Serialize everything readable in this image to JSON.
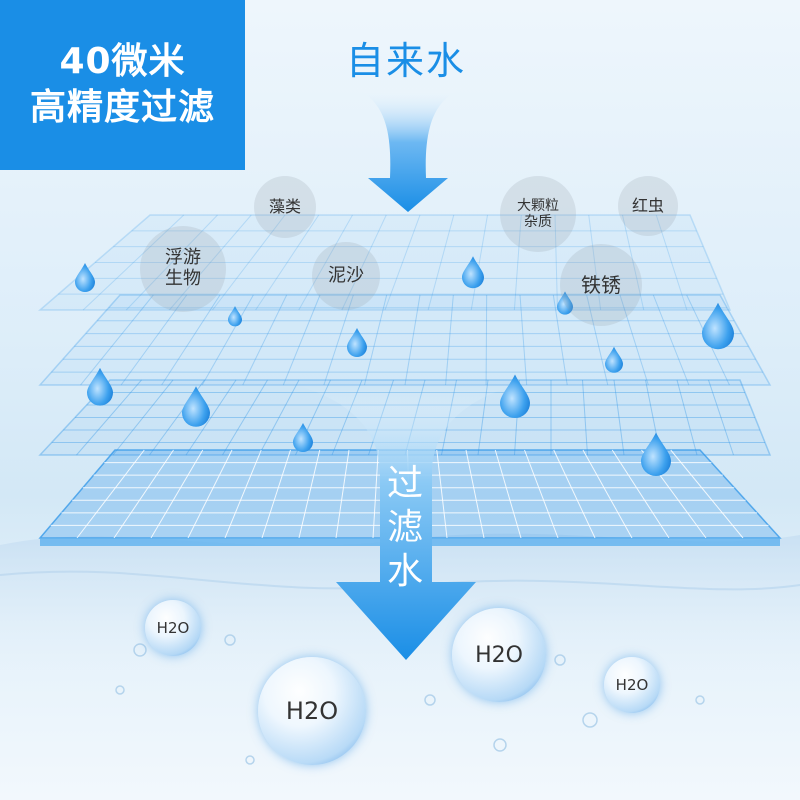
{
  "badge": {
    "line1": "40微米",
    "line2": "高精度过滤"
  },
  "flow": {
    "input_label": "自来水",
    "output_label": "过滤水"
  },
  "impurities": [
    {
      "id": "algae",
      "label": "藻类"
    },
    {
      "id": "plankton",
      "label": "浮游\n生物"
    },
    {
      "id": "silt",
      "label": "泥沙"
    },
    {
      "id": "large-particles",
      "label": "大颗粒\n杂质"
    },
    {
      "id": "red-worm",
      "label": "红虫"
    },
    {
      "id": "rust",
      "label": "铁锈"
    }
  ],
  "molecules": [
    "H2O",
    "H2O",
    "H2O",
    "H2O"
  ],
  "colors": {
    "accent": "#1a8ee6",
    "mesh": "#2f95e8",
    "text": "#333333"
  }
}
